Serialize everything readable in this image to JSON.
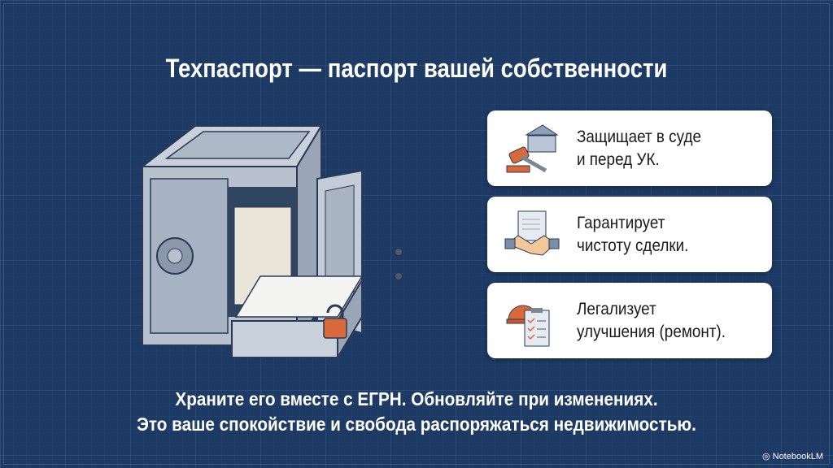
{
  "title": "Техпаспорт — паспорт вашей собственности",
  "cards": [
    {
      "icon": "gavel-courthouse-icon",
      "lines": [
        "Защищает в суде",
        "и перед УК."
      ]
    },
    {
      "icon": "handshake-document-icon",
      "lines": [
        "Гарантирует",
        "чистоту сделки."
      ]
    },
    {
      "icon": "hardhat-checklist-icon",
      "lines": [
        "Легализует",
        "улучшения (ремонт)."
      ]
    }
  ],
  "bottom": [
    "Храните его вместе с ЕГРН. Обновляйте при изменениях.",
    "Это ваше спокойствие и свобода распоряжаться недвижимостью."
  ],
  "brand": "NotebookLM",
  "colors": {
    "background": "#1d3a64",
    "accent": "#d9693a",
    "card": "#ffffff"
  }
}
